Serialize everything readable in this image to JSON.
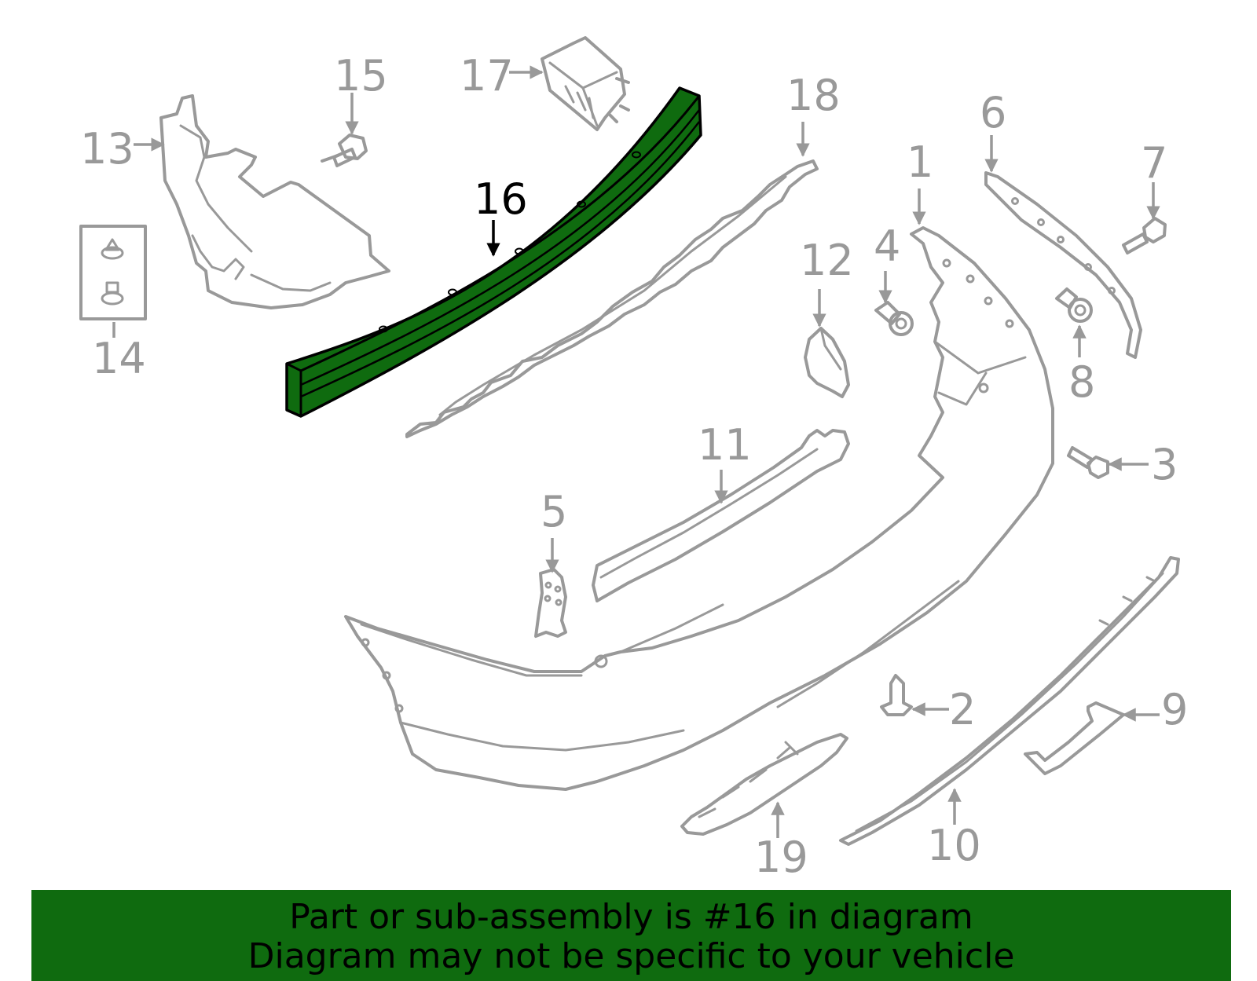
{
  "diagram": {
    "highlight_part": "16",
    "highlight_color": "#0f6b0f",
    "line_color": "#999999",
    "callouts": {
      "p1": "1",
      "p2": "2",
      "p3": "3",
      "p4": "4",
      "p5": "5",
      "p6": "6",
      "p7": "7",
      "p8": "8",
      "p9": "9",
      "p10": "10",
      "p11": "11",
      "p12": "12",
      "p13": "13",
      "p14": "14",
      "p15": "15",
      "p16": "16",
      "p17": "17",
      "p18": "18",
      "p19": "19"
    }
  },
  "banner": {
    "line1": "Part or sub-assembly is #16 in diagram",
    "line2": "Diagram may not be specific to your vehicle",
    "background": "#0f6b0f"
  }
}
